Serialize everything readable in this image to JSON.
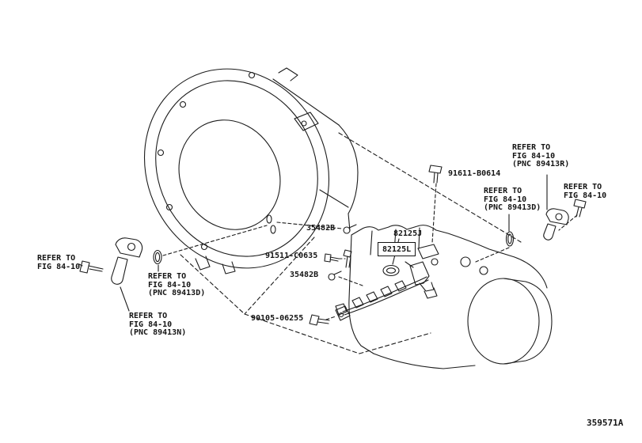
{
  "diagram": {
    "id_label": "359571A",
    "parts": [
      {
        "number": "91611-B0614"
      },
      {
        "number": "35482B"
      },
      {
        "number": "82125J"
      },
      {
        "number": "82125L"
      },
      {
        "number": "91511-C0635"
      },
      {
        "number": "35482B"
      },
      {
        "number": "90105-06255"
      }
    ],
    "references": [
      {
        "line1": "REFER TO",
        "line2": "FIG 84-10",
        "line3": "(PNC 89413R)"
      },
      {
        "line1": "REFER TO",
        "line2": "FIG 84-10"
      },
      {
        "line1": "REFER TO",
        "line2": "FIG 84-10",
        "line3": "(PNC 89413D)"
      },
      {
        "line1": "REFER TO",
        "line2": "FIG 84-10"
      },
      {
        "line1": "REFER TO",
        "line2": "FIG 84-10",
        "line3": "(PNC 89413D)"
      },
      {
        "line1": "REFER TO",
        "line2": "FIG 84-10",
        "line3": "(PNC 89413N)"
      }
    ]
  }
}
